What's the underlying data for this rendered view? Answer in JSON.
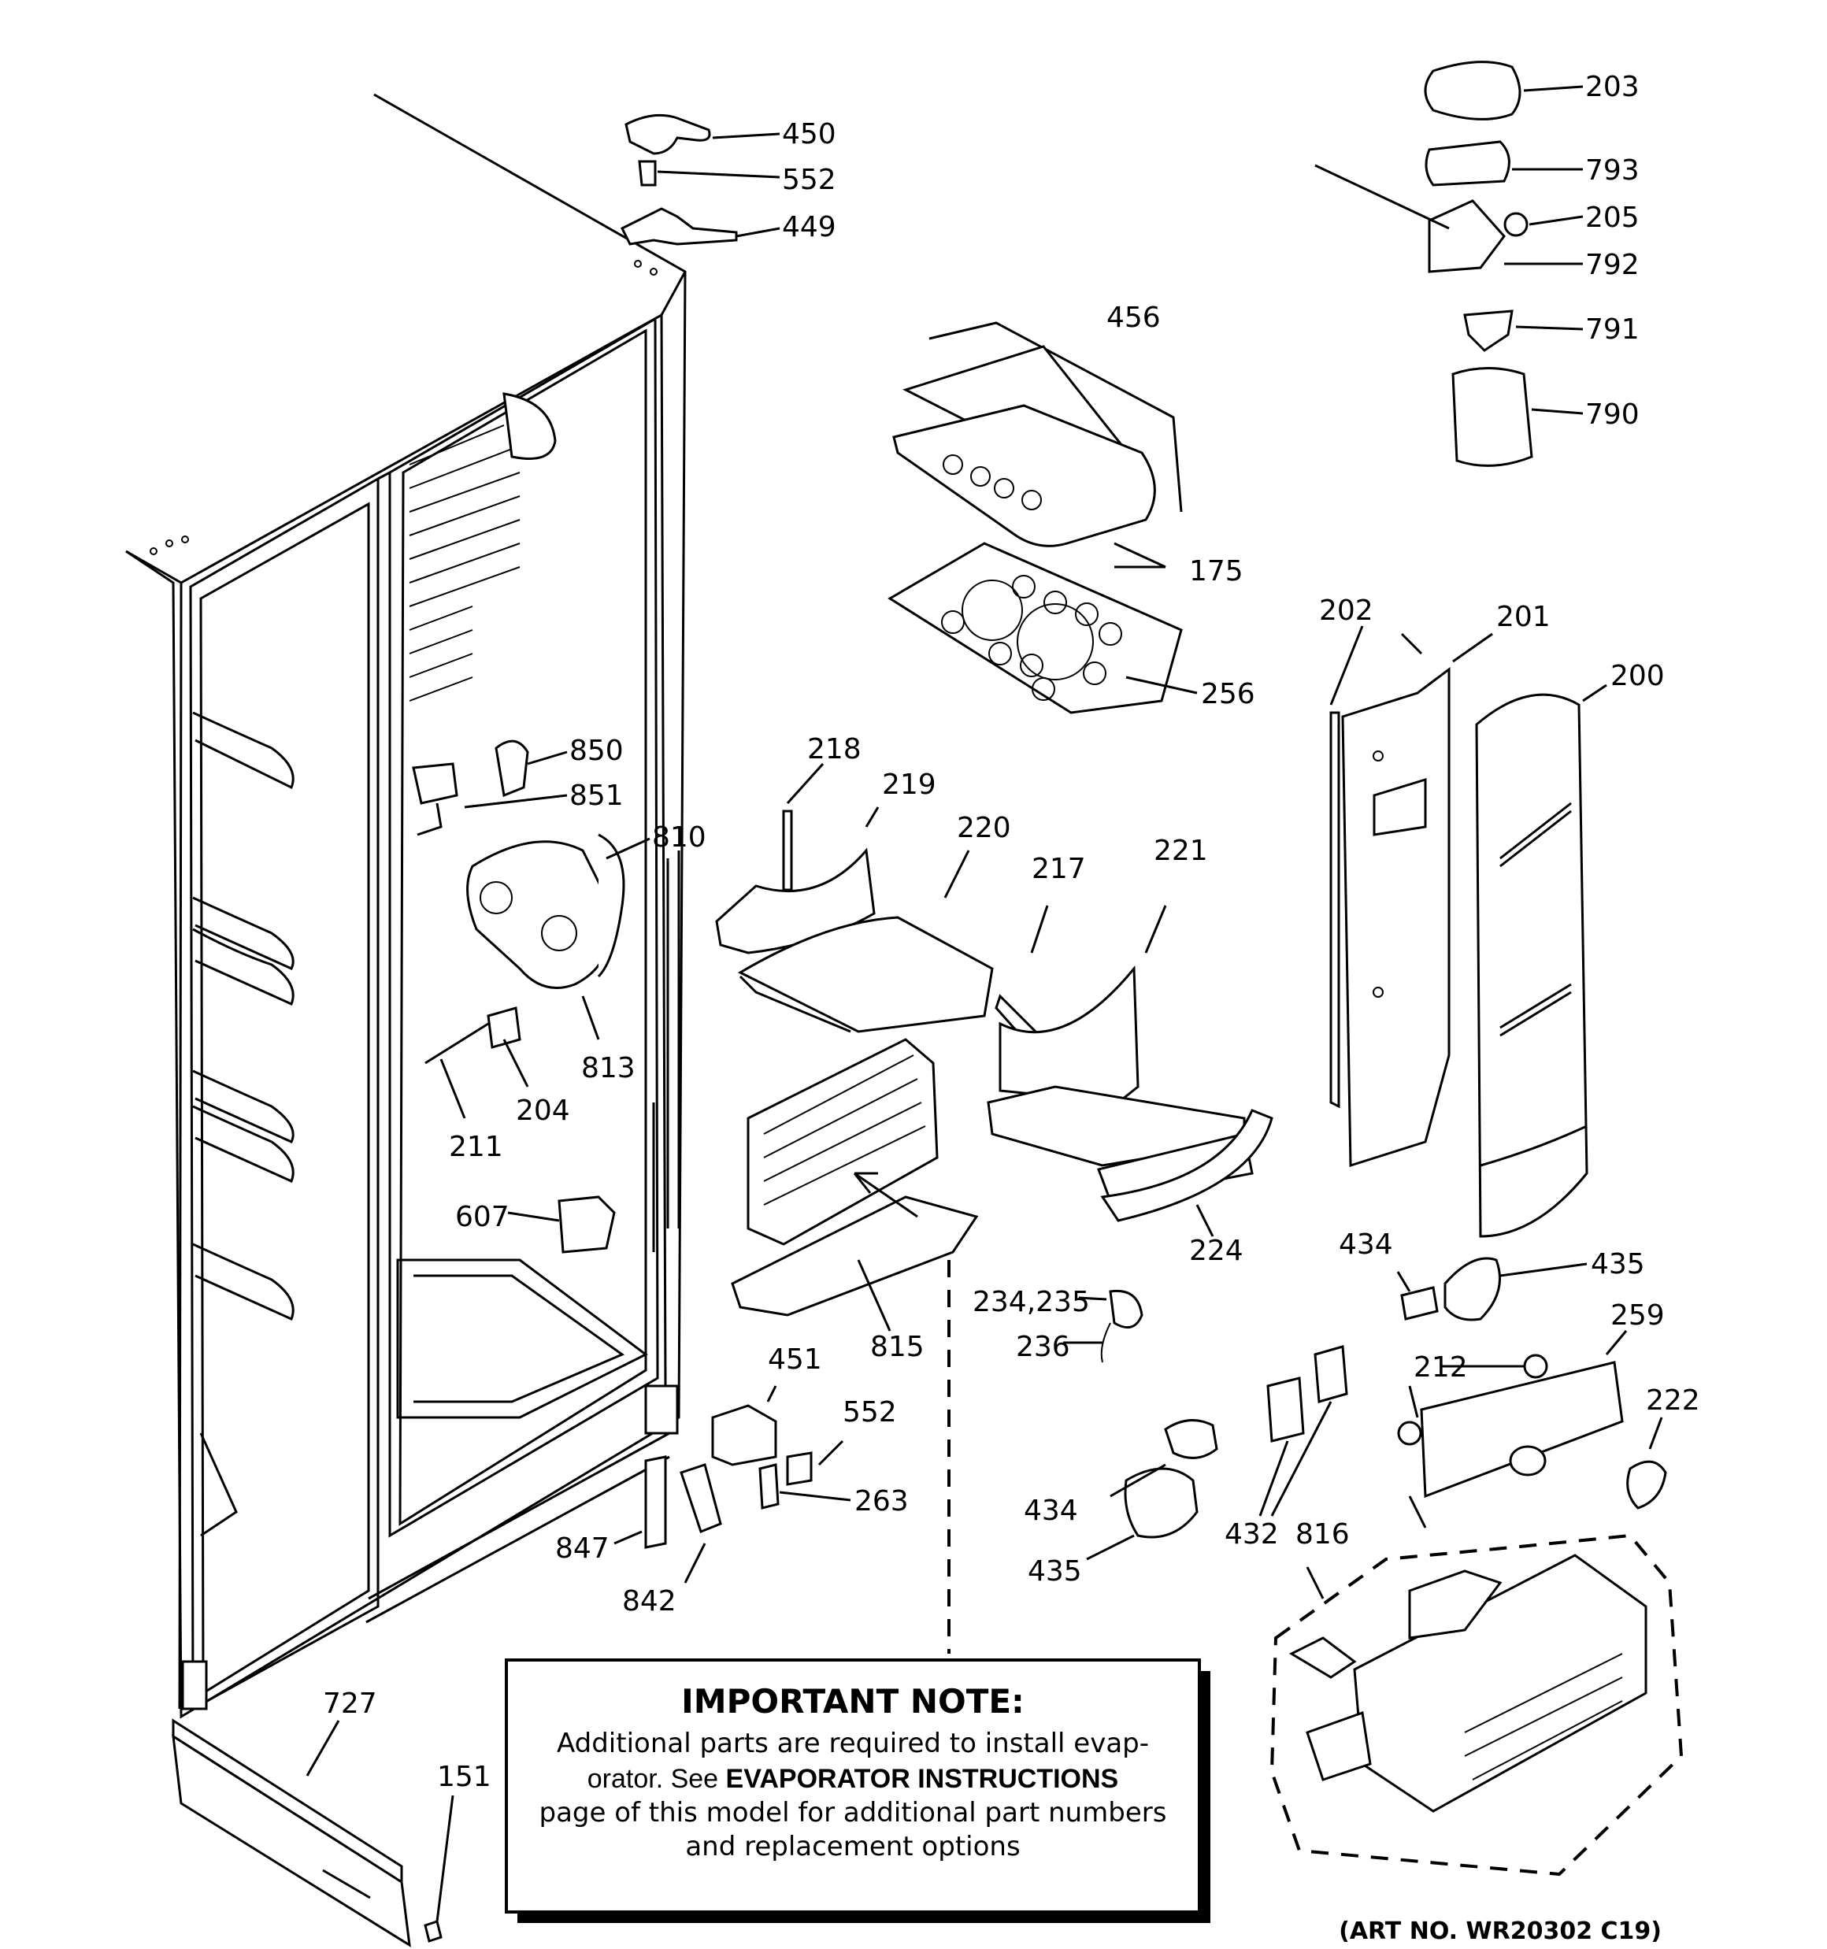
{
  "parts": {
    "p450": "450",
    "p552a": "552",
    "p449": "449",
    "p203": "203",
    "p793": "793",
    "p205": "205",
    "p792": "792",
    "p791": "791",
    "p790": "790",
    "p456": "456",
    "p175": "175",
    "p256": "256",
    "p202": "202",
    "p201": "201",
    "p200": "200",
    "p850": "850",
    "p851": "851",
    "p810": "810",
    "p813": "813",
    "p204": "204",
    "p211": "211",
    "p607": "607",
    "p218": "218",
    "p219": "219",
    "p220": "220",
    "p217": "217",
    "p221": "221",
    "p224": "224",
    "p815": "815",
    "p234_235": "234,235",
    "p236": "236",
    "p434a": "434",
    "p435a": "435",
    "p259": "259",
    "p212": "212",
    "p222": "222",
    "p451": "451",
    "p552b": "552",
    "p263": "263",
    "p847": "847",
    "p842": "842",
    "p434b": "434",
    "p435b": "435",
    "p432": "432",
    "p816": "816",
    "p727": "727",
    "p151": "151"
  },
  "note": {
    "title": "IMPORTANT NOTE:",
    "line1": "Additional parts are required to install evap-",
    "line2_pre": "orator.  See ",
    "line2_bold": "EVAPORATOR INSTRUCTIONS",
    "line3": "page of this model for additional part numbers",
    "line4": "and replacement options"
  },
  "art_number": "(ART NO. WR20302 C19)"
}
